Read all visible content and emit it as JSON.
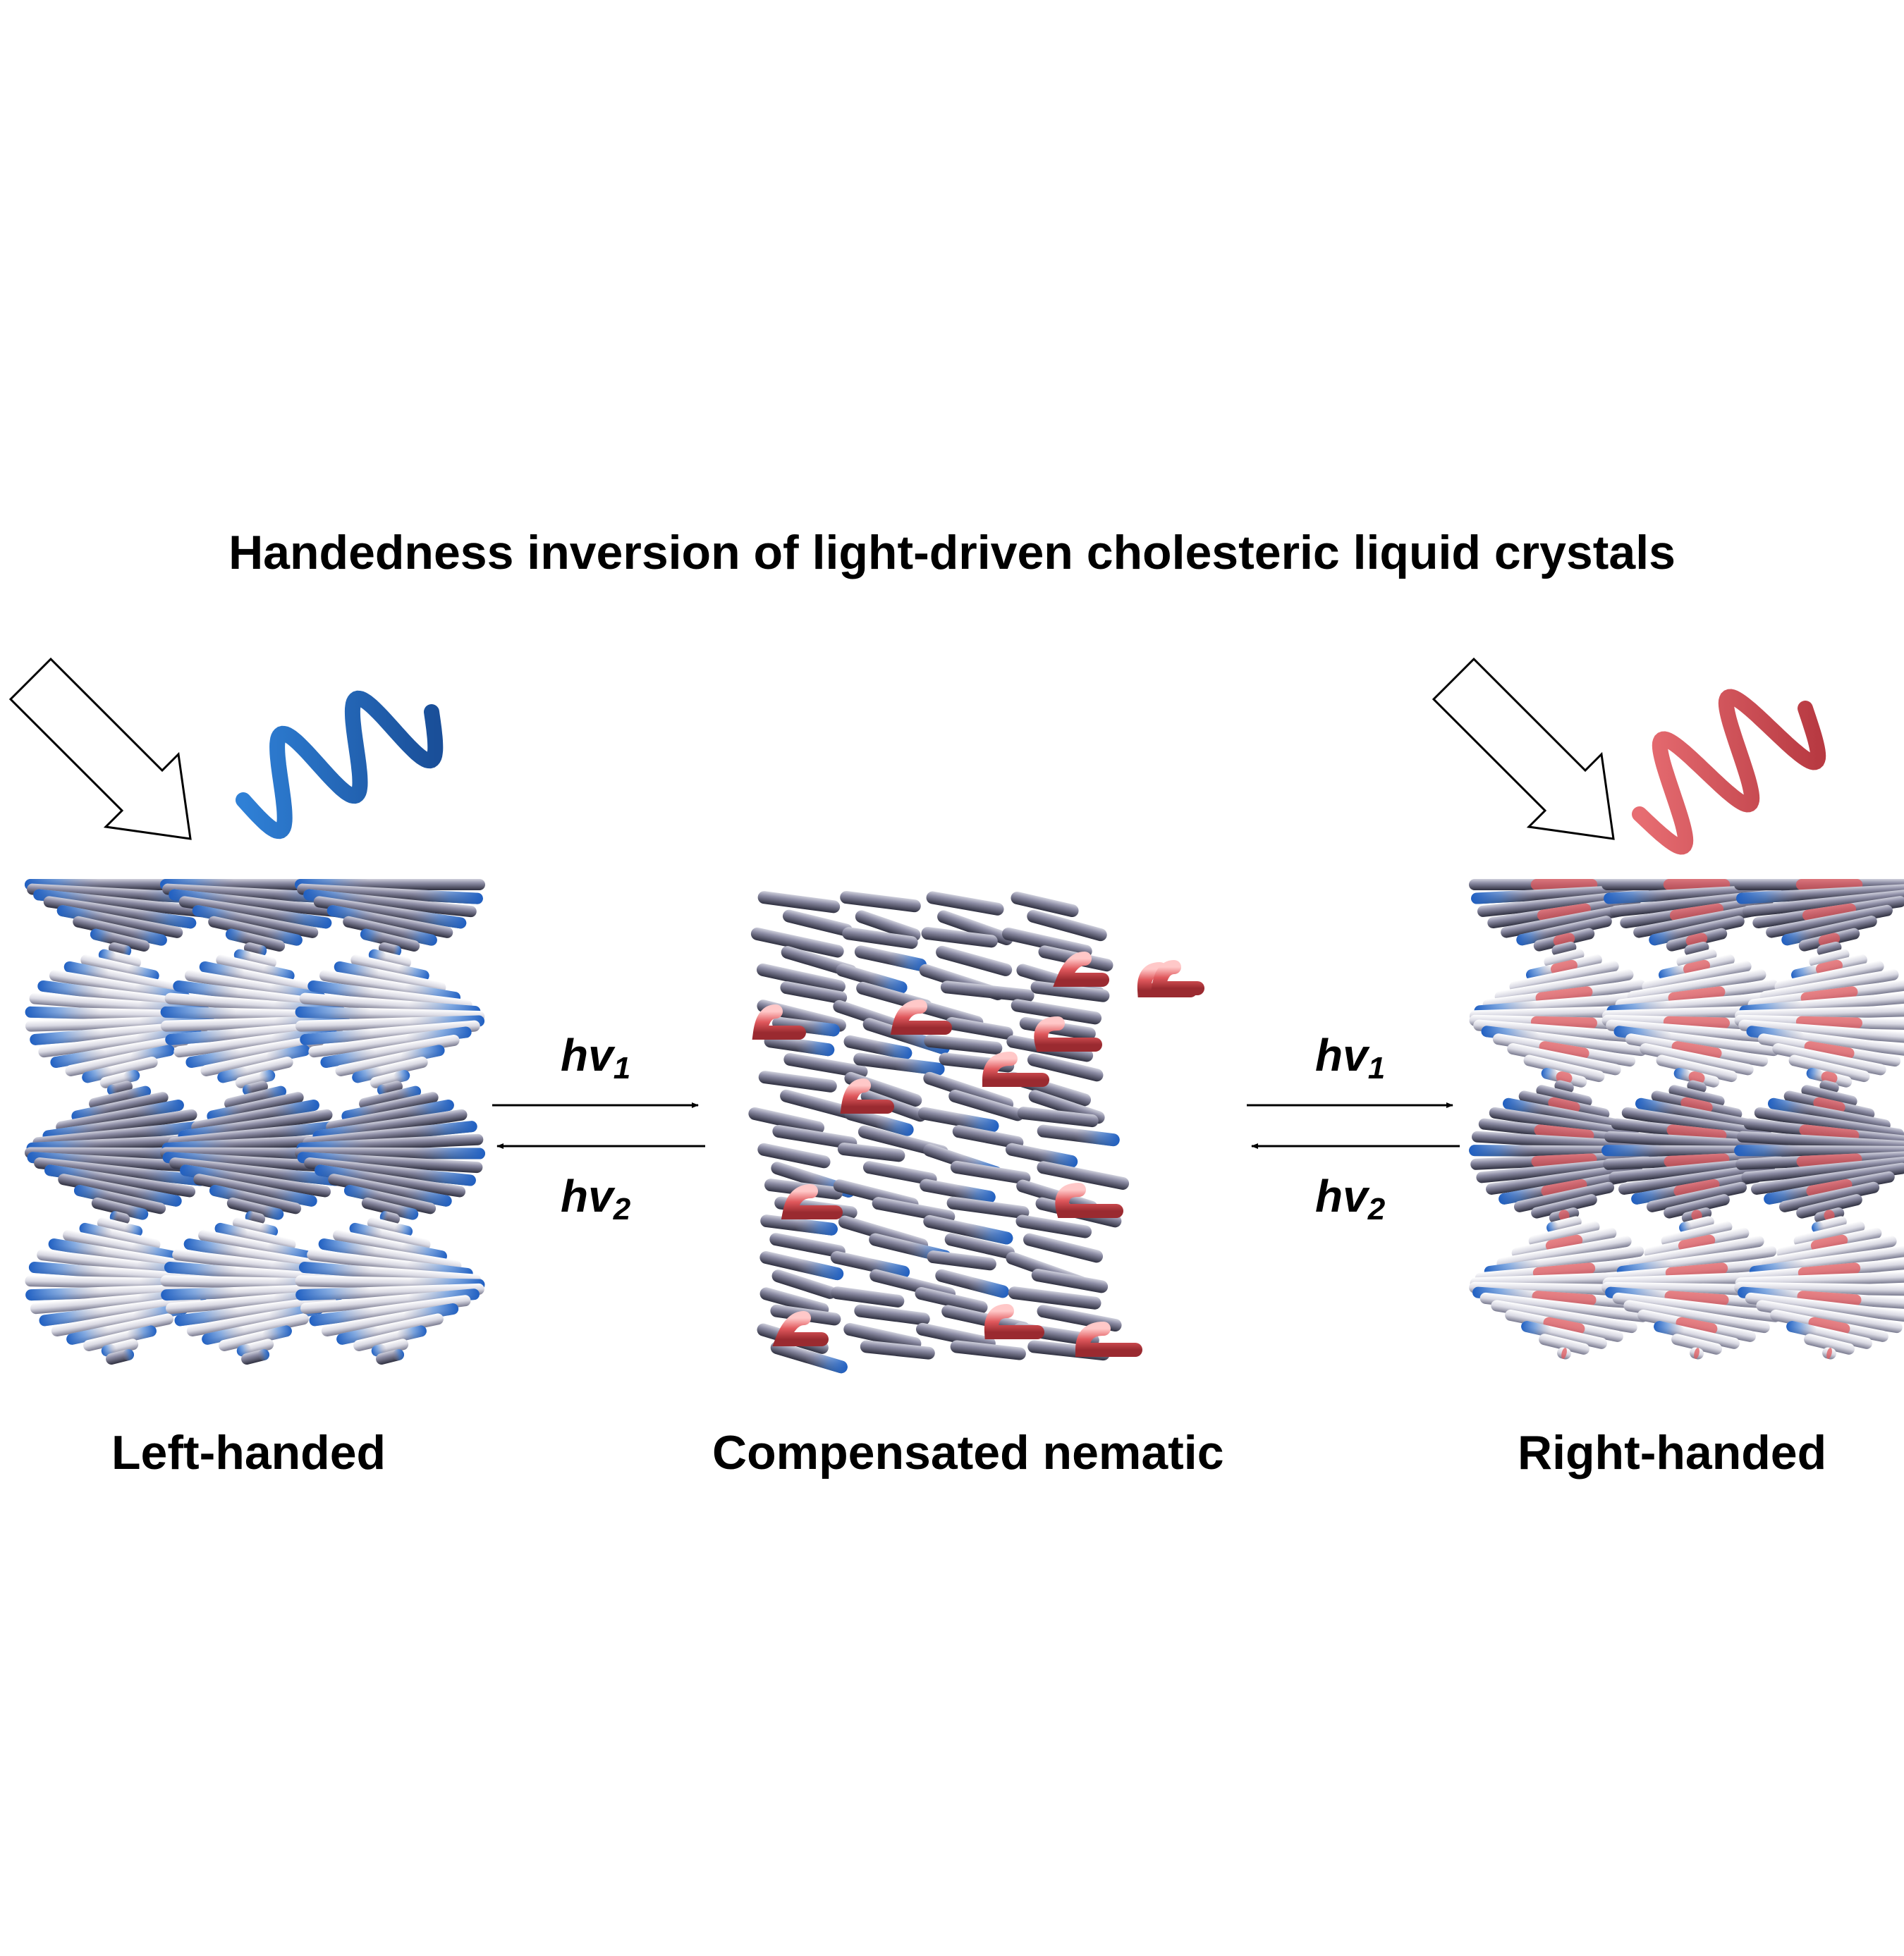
{
  "title": "Handedness inversion of light-driven cholesteric liquid crystals",
  "states": {
    "left": "Left-handed",
    "center": "Compensated nematic",
    "right": "Right-handed"
  },
  "transitions": {
    "left": {
      "forward": {
        "symbol": "hv",
        "sub": "1"
      },
      "backward": {
        "symbol": "hv",
        "sub": "2"
      }
    },
    "right": {
      "forward": {
        "symbol": "hv",
        "sub": "1"
      },
      "backward": {
        "symbol": "hv",
        "sub": "2"
      }
    }
  },
  "colors": {
    "blue": "#3f7fd6",
    "red": "#e0585c",
    "rod": "#8e8ea6",
    "rodDark": "#2f3040",
    "rodLight": "#f2f2f6"
  }
}
